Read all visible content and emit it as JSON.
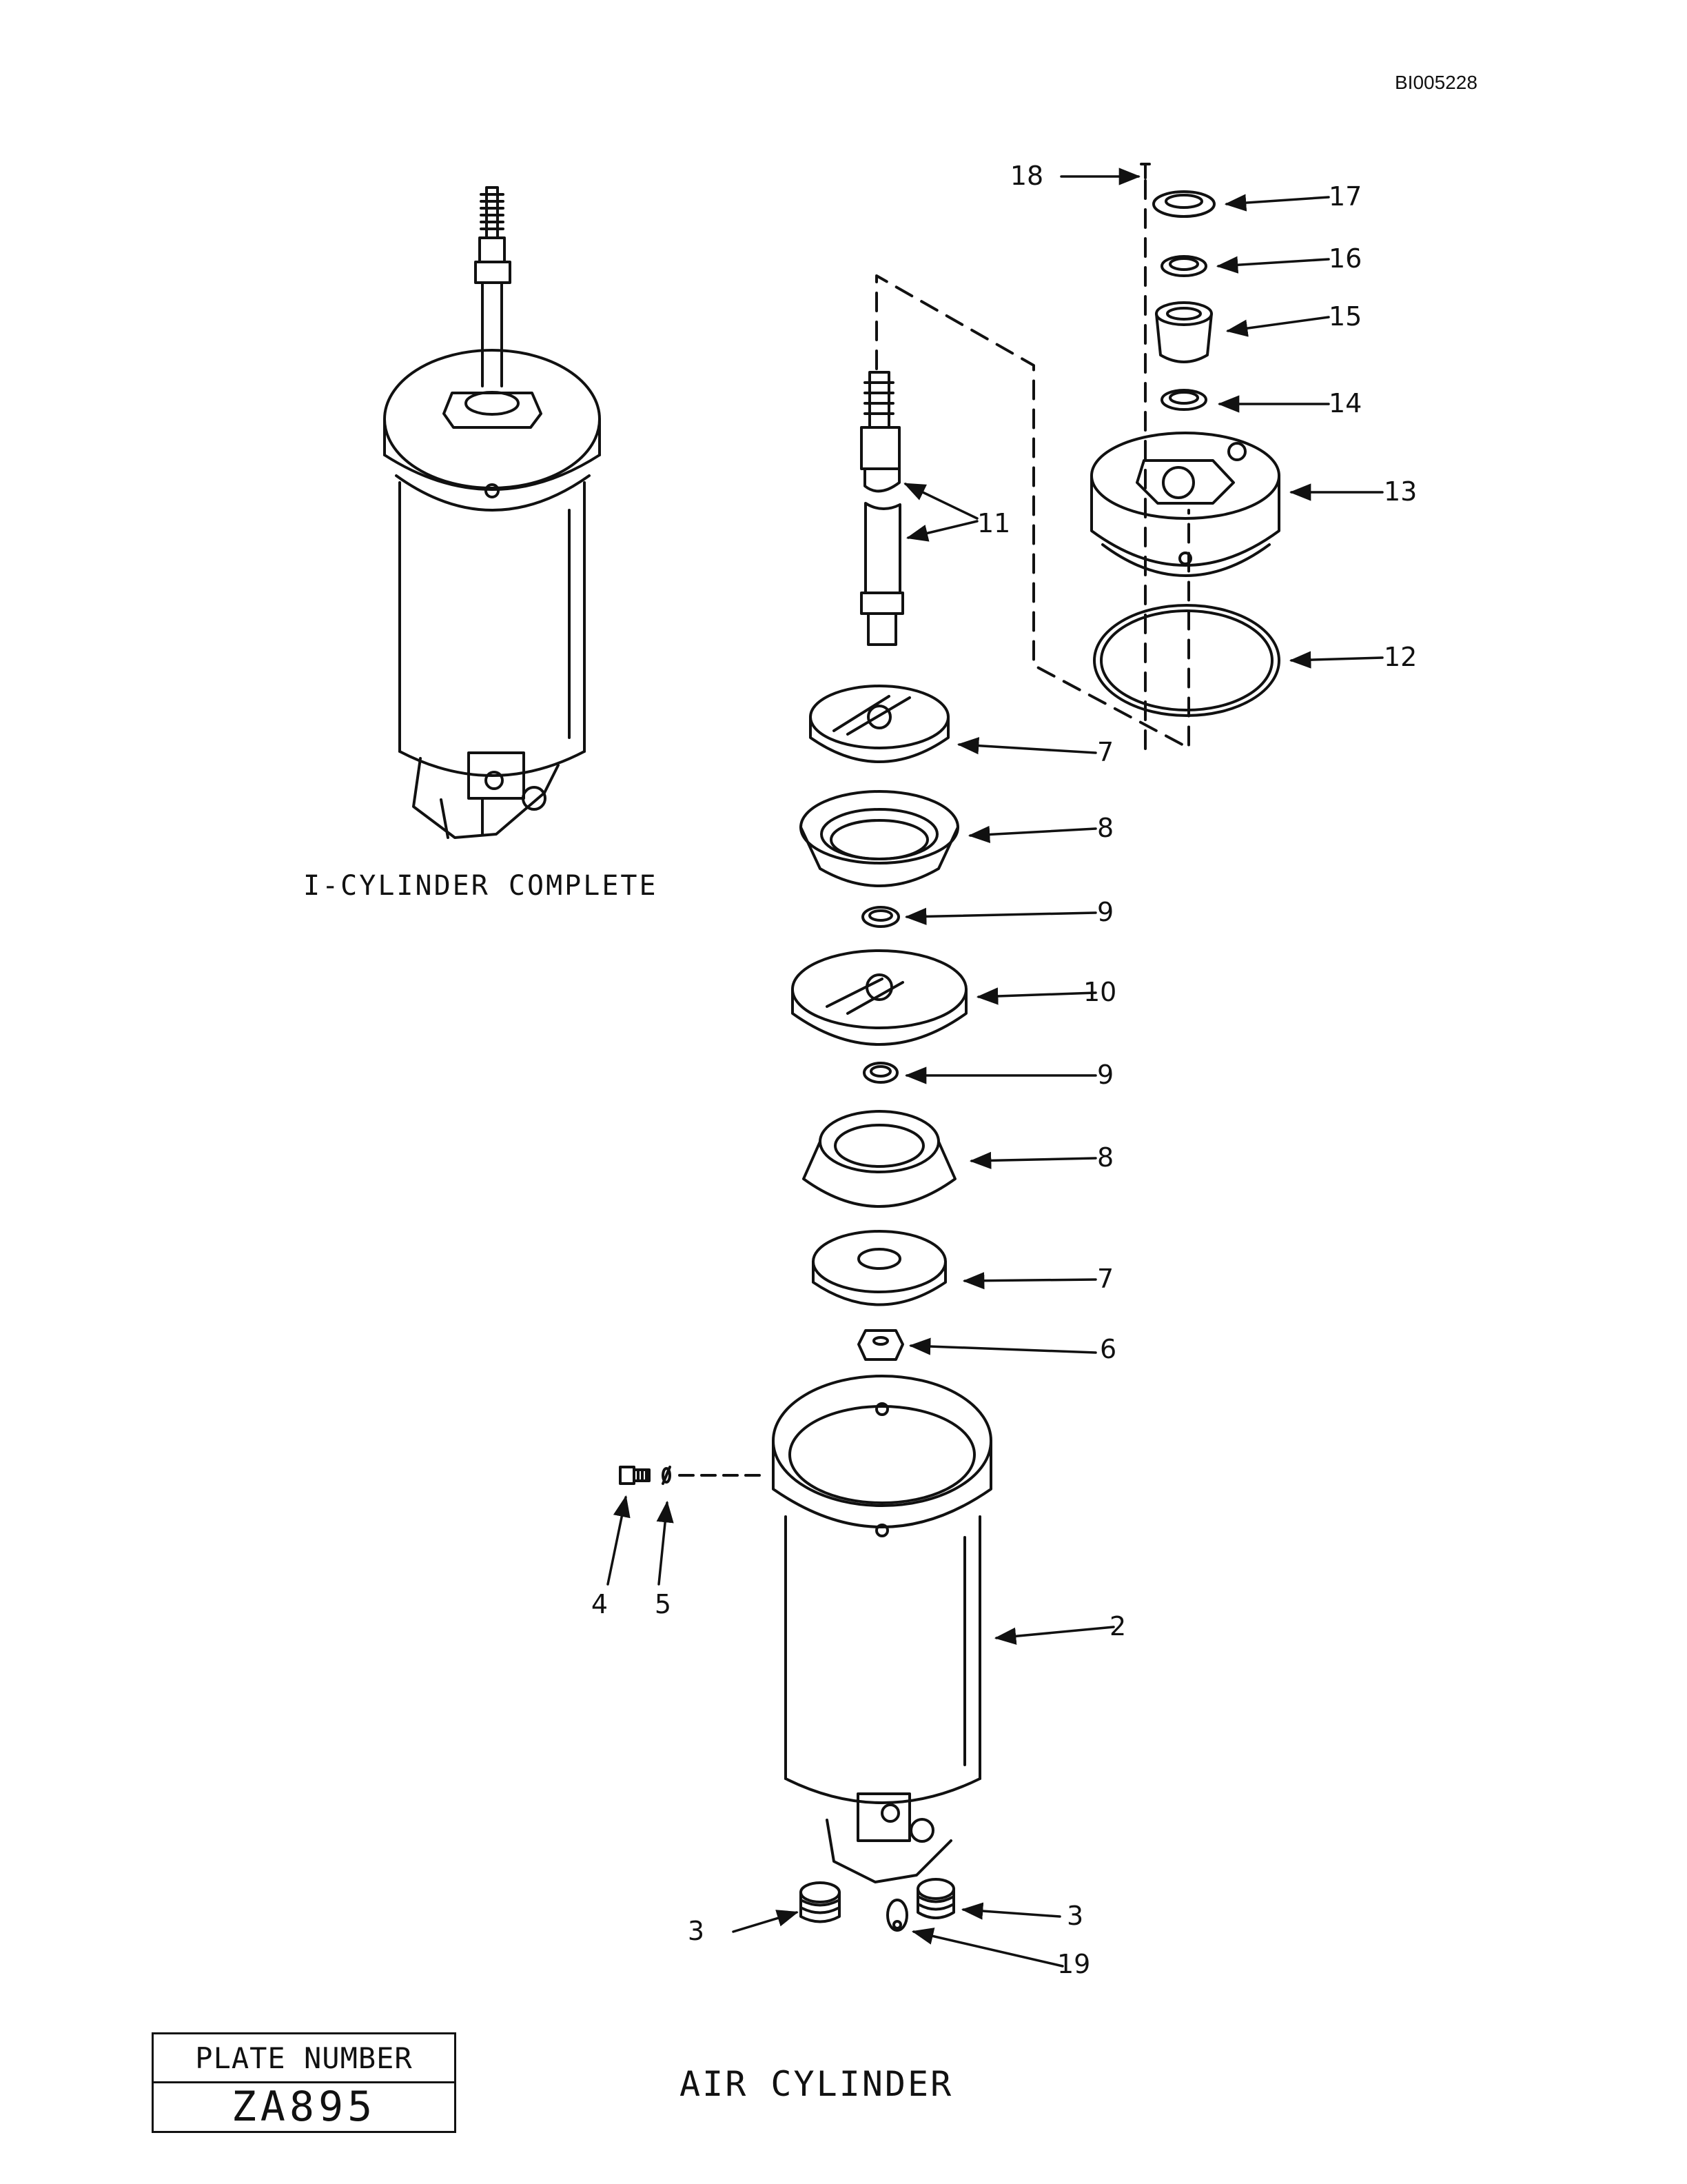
{
  "document_id": "BI005228",
  "complete_caption": "I-CYLINDER COMPLETE",
  "title": "AIR CYLINDER",
  "plate": {
    "label": "PLATE NUMBER",
    "number": "ZA895"
  },
  "callouts": [
    {
      "id": "c18",
      "label": "18"
    },
    {
      "id": "c17",
      "label": "17"
    },
    {
      "id": "c16",
      "label": "16"
    },
    {
      "id": "c15",
      "label": "15"
    },
    {
      "id": "c14",
      "label": "14"
    },
    {
      "id": "c13",
      "label": "13"
    },
    {
      "id": "c12",
      "label": "12"
    },
    {
      "id": "c11",
      "label": "11"
    },
    {
      "id": "c7a",
      "label": "7"
    },
    {
      "id": "c8a",
      "label": "8"
    },
    {
      "id": "c9a",
      "label": "9"
    },
    {
      "id": "c10",
      "label": "10"
    },
    {
      "id": "c9b",
      "label": "9"
    },
    {
      "id": "c8b",
      "label": "8"
    },
    {
      "id": "c7b",
      "label": "7"
    },
    {
      "id": "c6",
      "label": "6"
    },
    {
      "id": "c4",
      "label": "4"
    },
    {
      "id": "c5",
      "label": "5"
    },
    {
      "id": "c2",
      "label": "2"
    },
    {
      "id": "c3a",
      "label": "3"
    },
    {
      "id": "c3b",
      "label": "3"
    },
    {
      "id": "c19",
      "label": "19"
    }
  ]
}
